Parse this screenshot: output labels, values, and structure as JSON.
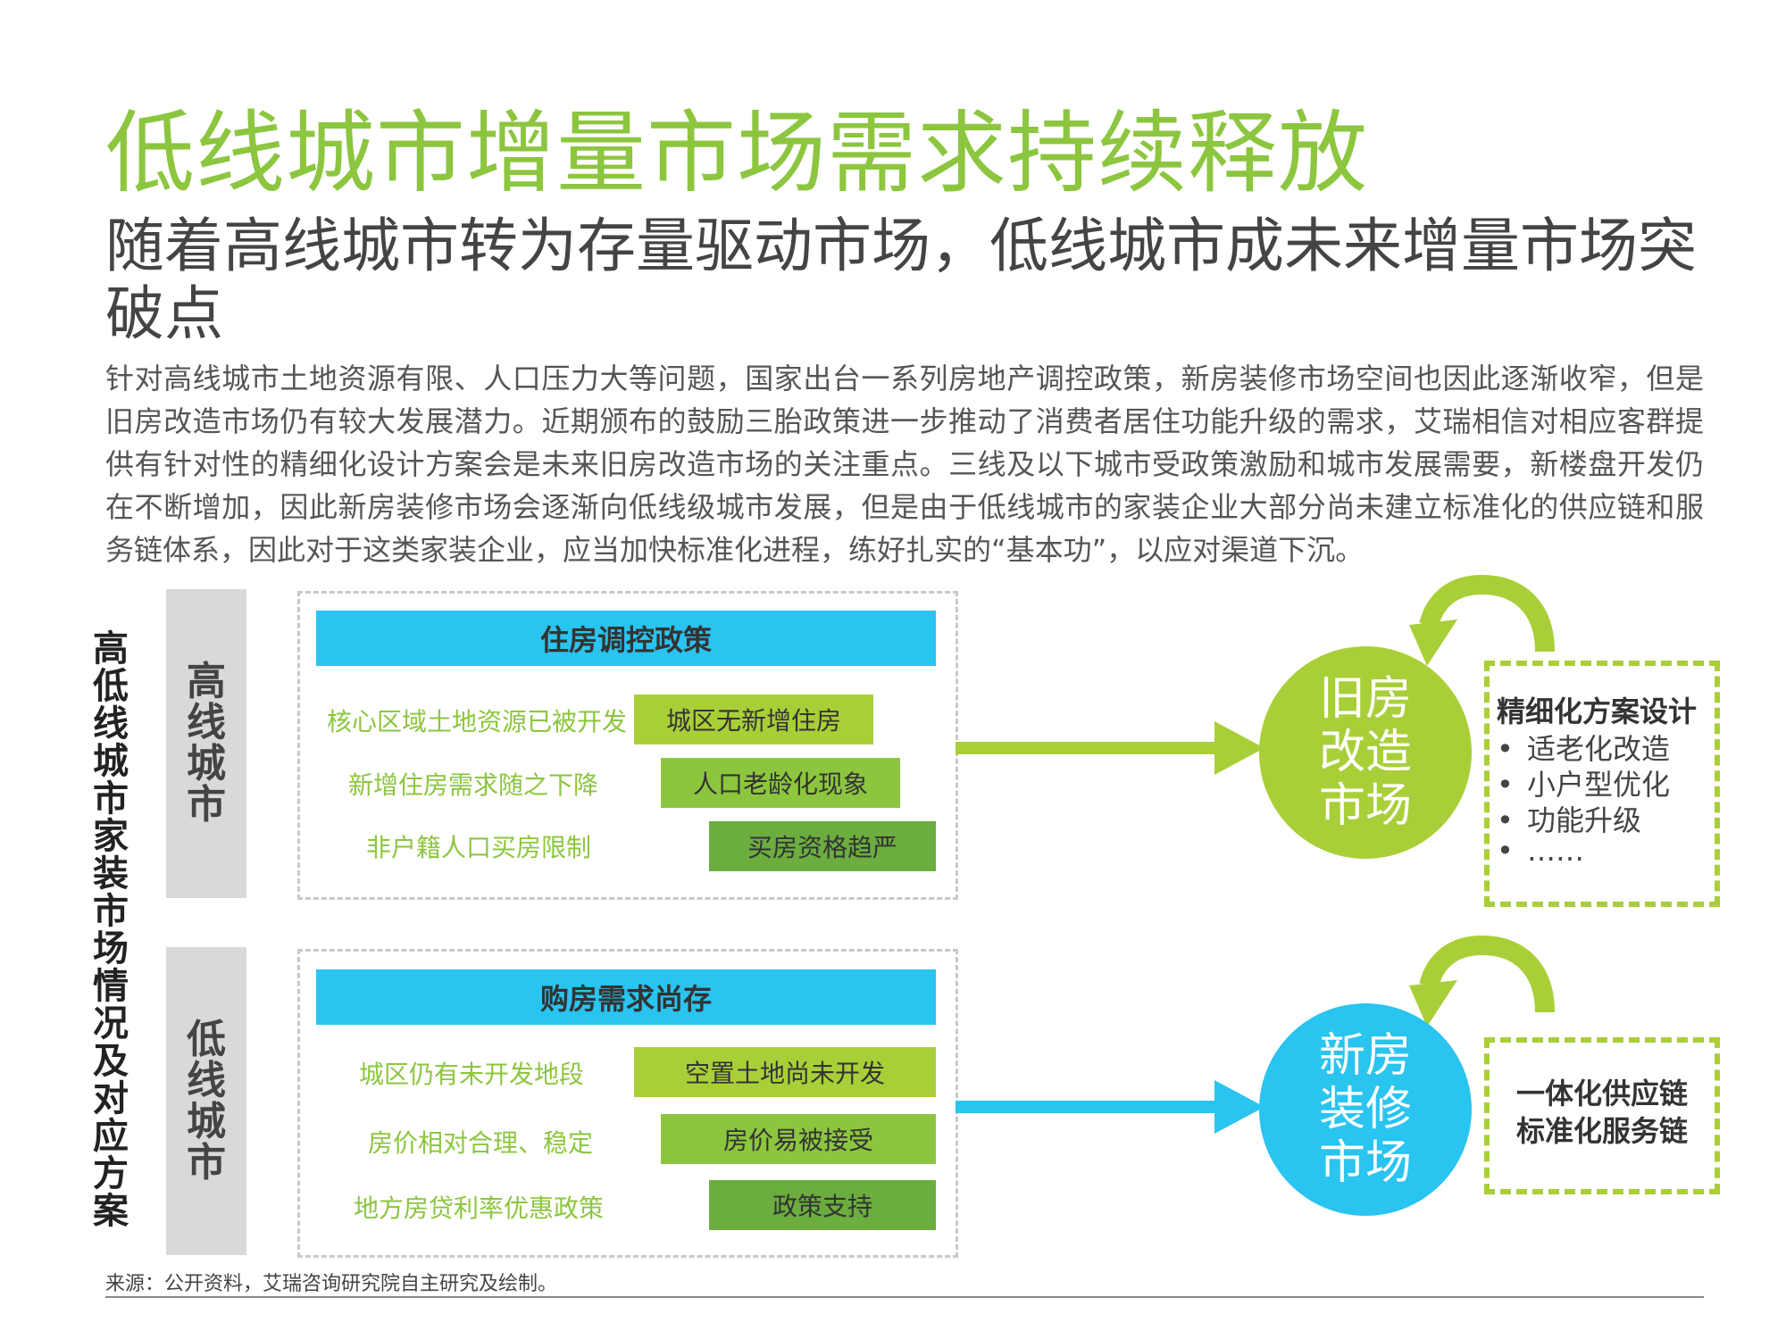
{
  "title": "低线城市增量市场需求持续释放",
  "subtitle": "随着高线城市转为存量驱动市场，低线城市成未来增量市场突破点",
  "body_text": "针对高线城市土地资源有限、人口压力大等问题，国家出台一系列房地产调控政策，新房装修市场空间也因此逐渐收窄，但是旧房改造市场仍有较大发展潜力。近期颁布的鼓励三胎政策进一步推动了消费者居住功能升级的需求，艾瑞相信对相应客群提供有针对性的精细化设计方案会是未来旧房改造市场的关注重点。三线及以下城市受政策激励和城市发展需要，新楼盘开发仍在不断增加，因此新房装修市场会逐渐向低线级城市发展，但是由于低线城市的家装企业大部分尚未建立标准化的供应链和服务链体系，因此对于这类家装企业，应当加快标准化进程，练好扎实的“基本功”，以应对渠道下沉。",
  "diagram": {
    "vertical_label": "高 低线城市家装市场情况及对应方案",
    "high": {
      "label": "高线城市",
      "header": "住房调控政策",
      "rows": [
        {
          "reason": "核心区域土地资源已被开发",
          "result": "城区无新增住房"
        },
        {
          "reason": "新增住房需求随之下降",
          "result": "人口老龄化现象"
        },
        {
          "reason": "非户籍人口买房限制",
          "result": "买房资格趋严"
        }
      ],
      "market": "旧房改造市场",
      "solution_title": "精细化方案设计",
      "solution_items": [
        "适老化改造",
        "小户型优化",
        "功能升级",
        "……"
      ]
    },
    "low": {
      "label": "低线城市",
      "header": "购房需求尚存",
      "rows": [
        {
          "reason": "城区仍有未开发地段",
          "result": "空置土地尚未开发"
        },
        {
          "reason": "房价相对合理、稳定",
          "result": "房价易被接受"
        },
        {
          "reason": "地方房贷利率优惠政策",
          "result": "政策支持"
        }
      ],
      "market": "新房装修市场",
      "solution_lines": [
        "一体化供应链",
        "标准化服务链"
      ]
    }
  },
  "source": "来源：公开资料，艾瑞咨询研究院自主研究及绘制。",
  "colors": {
    "green_title": "#8cc63f",
    "blue": "#29c4ef",
    "green_light": "#a9cf38",
    "green_mid": "#8cc63f",
    "green_dark": "#6bae3f",
    "gray_panel": "#d9d9d9"
  }
}
